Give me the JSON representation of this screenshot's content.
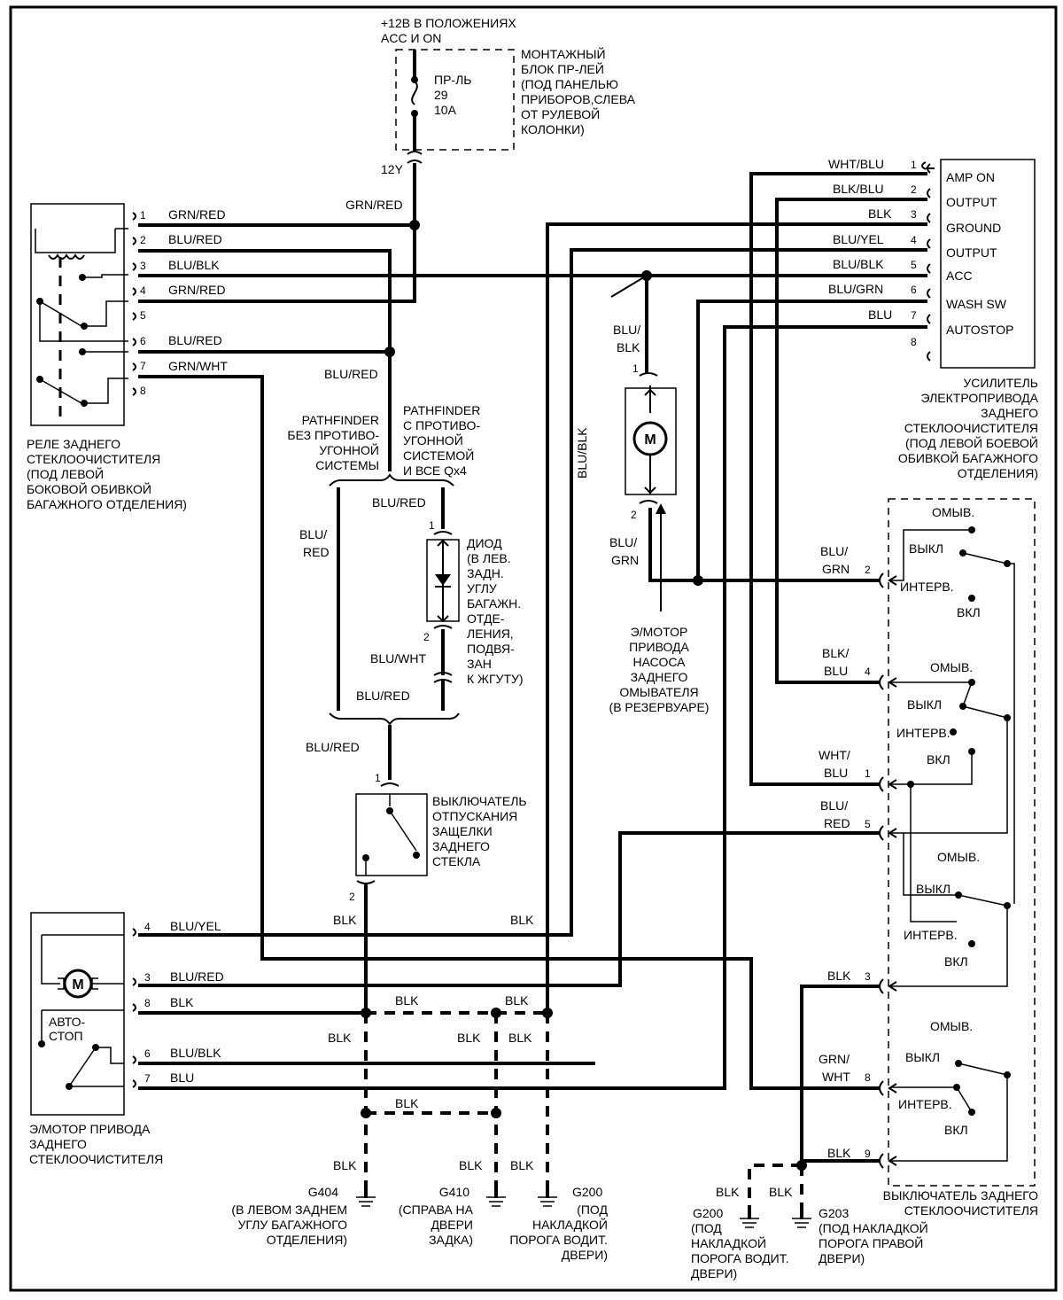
{
  "power": {
    "supply_line1": "+12В В ПОЛОЖЕНИЯХ",
    "supply_line2": "ACC И ON",
    "fuse_line1": "ПР-ЛЬ",
    "fuse_line2": "29",
    "fuse_line3": "10A",
    "fusebox_desc": [
      "МОНТАЖНЫЙ",
      "БЛОК ПР-ЛЕЙ",
      "(ПОД ПАНЕЛЬЮ",
      "ПРИБОРОВ,СЛЕВА",
      "ОТ РУЛЕВОЙ",
      "КОЛОНКИ)"
    ],
    "connector": "12Y",
    "wire": "GRN/RED"
  },
  "relay": {
    "pins": [
      {
        "num": "1",
        "wire": "GRN/RED"
      },
      {
        "num": "2",
        "wire": "BLU/RED"
      },
      {
        "num": "3",
        "wire": "BLU/BLK"
      },
      {
        "num": "4",
        "wire": "GRN/RED"
      },
      {
        "num": "5",
        "wire": ""
      },
      {
        "num": "6",
        "wire": "BLU/RED"
      },
      {
        "num": "7",
        "wire": "GRN/WHT"
      },
      {
        "num": "8",
        "wire": ""
      }
    ],
    "desc": [
      "РЕЛЕ ЗАДНЕГО",
      "СТЕКЛООЧИСТИТЕЛЯ",
      "(ПОД ЛЕВОЙ",
      "БОКОВОЙ ОБИВКОЙ",
      "БАГАЖНОГО ОТДЕЛЕНИЯ)"
    ]
  },
  "amplifier": {
    "pins": [
      {
        "num": "1",
        "wire": "WHT/BLU",
        "label": "AMP ON"
      },
      {
        "num": "2",
        "wire": "BLK/BLU",
        "label": "OUTPUT"
      },
      {
        "num": "3",
        "wire": "BLK",
        "label": "GROUND"
      },
      {
        "num": "4",
        "wire": "BLU/YEL",
        "label": "OUTPUT"
      },
      {
        "num": "5",
        "wire": "BLU/BLK",
        "label": "ACC"
      },
      {
        "num": "6",
        "wire": "BLU/GRN",
        "label": "WASH SW"
      },
      {
        "num": "7",
        "wire": "BLU",
        "label": "AUTOSTOP"
      },
      {
        "num": "8",
        "wire": "",
        "label": ""
      }
    ],
    "desc": [
      "УСИЛИТЕЛЬ",
      "ЭЛЕКТРОПРИВОДА",
      "ЗАДНЕГО",
      "СТЕКЛООЧИСТИТЕЛЯ",
      "(ПОД ЛЕВОЙ БОЕВОЙ",
      "ОБИВКОЙ БАГАЖНОГО",
      "ОТДЕЛЕНИЯ)"
    ]
  },
  "variants": {
    "left": [
      "PATHFINDER",
      "БЕЗ ПРОТИВО-",
      "УГОННОЙ",
      "СИСТЕМЫ"
    ],
    "right": [
      "PATHFINDER",
      "С ПРОТИВО-",
      "УГОННОЙ",
      "СИСТЕМОЙ",
      "И ВСЕ Qx4"
    ]
  },
  "diode": {
    "desc": [
      "ДИОД",
      "(В ЛЕВ.",
      "ЗАДН.",
      "УГЛУ",
      "БАГАЖН.",
      "ОТДЕ-",
      "ЛЕНИЯ,",
      "ПОДВЯ-",
      "ЗАН",
      "К ЖГУТУ)"
    ],
    "pin1": "1",
    "pin2": "2",
    "wire_top": "BLU/RED",
    "wire_bottom": "BLU/WHT"
  },
  "misc_wires": {
    "blu_red_1": "BLU/RED",
    "blu_red_2": "BLU/",
    "blu_red_2b": "RED",
    "blu_red_3": "BLU/RED",
    "blu_red_4": "BLU/RED",
    "blu_blk_vert": "BLU/BLK",
    "washer_top_a": "BLU/",
    "washer_top_b": "BLK",
    "washer_bot_a": "BLU/",
    "washer_bot_b": "GRN",
    "blk_left": "BLK",
    "blk_right": "BLK"
  },
  "washer_motor": {
    "symbol": "M",
    "pin1": "1",
    "pin2": "2",
    "desc": [
      "Э/МОТОР",
      "ПРИВОДА",
      "НАСОСА",
      "ЗАДНЕГО",
      "ОМЫВАТЕЛЯ",
      "(В РЕЗЕРВУАРЕ)"
    ]
  },
  "latch_switch": {
    "pin1": "1",
    "pin2": "2",
    "desc": [
      "ВЫКЛЮЧАТЕЛЬ",
      "ОТПУСКАНИЯ",
      "ЗАЩЕЛКИ",
      "ЗАДНЕГО",
      "СТЕКЛА"
    ]
  },
  "wiper_motor": {
    "symbol": "M",
    "autostop_a": "АВТО-",
    "autostop_b": "СТОП",
    "pins": [
      {
        "num": "4",
        "wire": "BLU/YEL"
      },
      {
        "num": "3",
        "wire": "BLU/RED"
      },
      {
        "num": "8",
        "wire": "BLK"
      },
      {
        "num": "6",
        "wire": "BLU/BLK"
      },
      {
        "num": "7",
        "wire": "BLU"
      }
    ],
    "desc": [
      "Э/МОТОР ПРИВОДА",
      "ЗАДНЕГО",
      "СТЕКЛООЧИСТИТЕЛЯ"
    ]
  },
  "wiper_switch": {
    "pins": [
      {
        "num": "2",
        "wire_a": "BLU/",
        "wire_b": "GRN"
      },
      {
        "num": "4",
        "wire_a": "BLK/",
        "wire_b": "BLU"
      },
      {
        "num": "1",
        "wire_a": "WHT/",
        "wire_b": "BLU"
      },
      {
        "num": "5",
        "wire_a": "BLU/",
        "wire_b": "RED"
      },
      {
        "num": "3",
        "wire_a": "BLK",
        "wire_b": ""
      },
      {
        "num": "8",
        "wire_a": "GRN/",
        "wire_b": "WHT"
      },
      {
        "num": "9",
        "wire_a": "BLK",
        "wire_b": ""
      }
    ],
    "positions": {
      "wash": "ОМЫВ.",
      "off": "ВЫКЛ",
      "int": "ИНТЕРВ.",
      "on": "ВКЛ"
    },
    "desc": [
      "ВЫКЛЮЧАТЕЛЬ ЗАДНЕГО",
      "СТЕКЛООЧИСТИТЕЛЯ"
    ]
  },
  "ground_wires": {
    "blk": "BLK"
  },
  "grounds": [
    {
      "id": "G404",
      "desc": [
        "(В ЛЕВОМ ЗАДНЕМ",
        "УГЛУ БАГАЖНОГО",
        "ОТДЕЛЕНИЯ)"
      ]
    },
    {
      "id": "G410",
      "desc": [
        "(СПРАВА НА",
        "ДВЕРИ",
        "ЗАДКА)"
      ]
    },
    {
      "id": "G200",
      "desc": [
        "(ПОД",
        "НАКЛАДКОЙ",
        "ПОРОГА ВОДИТ.",
        "ДВЕРИ)"
      ]
    },
    {
      "id": "G200",
      "desc": [
        "(ПОД",
        "НАКЛАДКОЙ",
        "ПОРОГА ВОДИТ.",
        "ДВЕРИ)"
      ]
    },
    {
      "id": "G203",
      "desc": [
        "(ПОД НАКЛАДКОЙ",
        "ПОРОГА ПРАВОЙ",
        "ДВЕРИ)"
      ]
    }
  ]
}
